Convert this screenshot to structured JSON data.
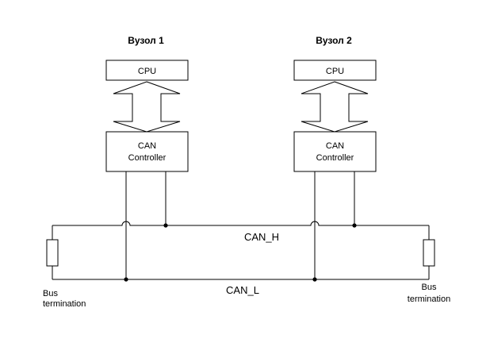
{
  "nodes": [
    {
      "title": "Вузол 1",
      "cpu_label": "CPU",
      "controller_line1": "CAN",
      "controller_line2": "Controller"
    },
    {
      "title": "Вузол 2",
      "cpu_label": "CPU",
      "controller_line1": "CAN",
      "controller_line2": "Controller"
    }
  ],
  "bus": {
    "high_label": "CAN_H",
    "low_label": "CAN_L"
  },
  "terminations": [
    {
      "line1": "Bus",
      "line2": "termination"
    },
    {
      "line1": "Bus",
      "line2": "termination"
    }
  ]
}
